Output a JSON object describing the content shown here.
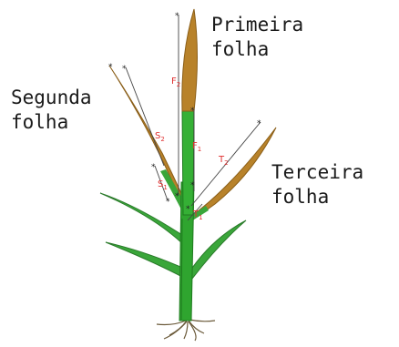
{
  "labels": {
    "primeira": [
      "Primeira",
      "folha"
    ],
    "segunda": [
      "Segunda",
      "folha"
    ],
    "terceira": [
      "Terceira",
      "folha"
    ]
  },
  "measures": {
    "f2": "F",
    "f2_sub": "2",
    "f1": "F",
    "f1_sub": "1",
    "s2": "S",
    "s2_sub": "2",
    "s1": "S",
    "s1_sub": "1",
    "t2": "T",
    "t2_sub": "2",
    "t1": "T",
    "t1_sub": "1"
  },
  "colors": {
    "stem": "#2fa52f",
    "leaf_green": "#3aa63a",
    "leaf_dry": "#b8822a",
    "measure_text": "#e03030",
    "measure_line": "#444444"
  }
}
